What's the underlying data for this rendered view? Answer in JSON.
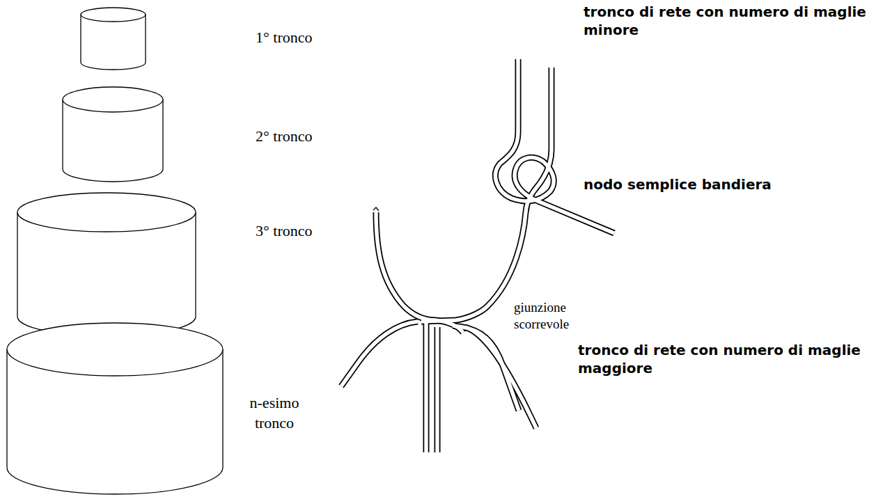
{
  "diagram": {
    "labels": [
      "1° tronco",
      "2° tronco",
      "3° tronco",
      "n-esimo tronco",
      "tronco di rete con numero di maglie minore",
      "nodo semplice bandiera",
      "giunzione scorrevole",
      "tronco di rete con numero di maglie maggiore"
    ]
  }
}
